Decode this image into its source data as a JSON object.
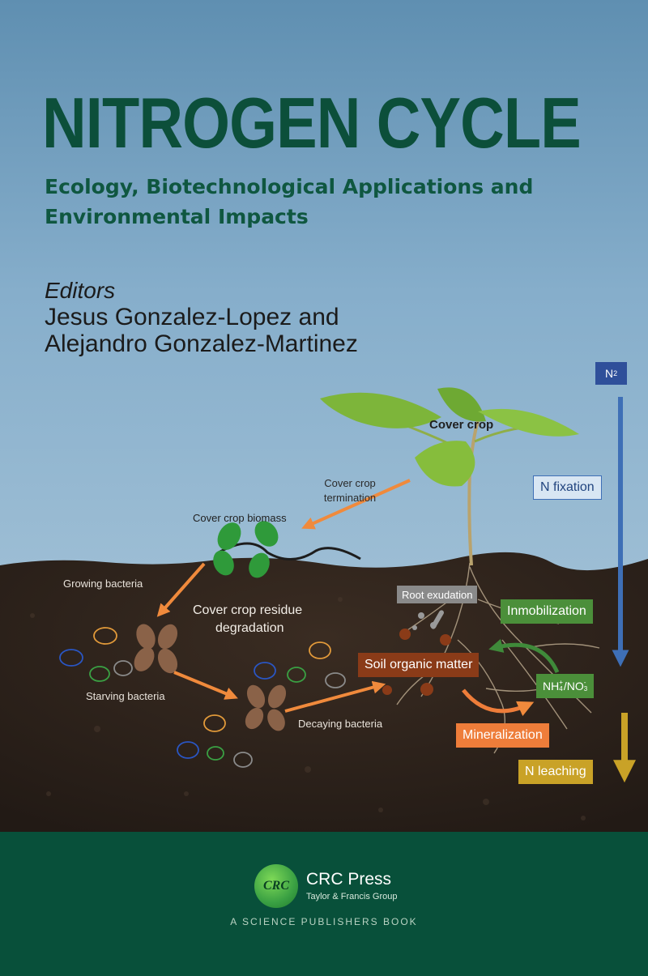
{
  "book": {
    "title": "NITROGEN CYCLE",
    "subtitle": "Ecology, Biotechnological Applications and Environmental Impacts",
    "editors_label": "Editors",
    "editors": [
      "Jesus Gonzalez-Lopez and",
      "Alejandro Gonzalez-Martinez"
    ]
  },
  "diagram": {
    "cover_crop": "Cover crop",
    "termination": [
      "Cover crop",
      "termination"
    ],
    "biomass": "Cover crop biomass",
    "growing_bacteria": "Growing bacteria",
    "residue_degradation": [
      "Cover crop residue",
      "degradation"
    ],
    "starving_bacteria": "Starving bacteria",
    "decaying_bacteria": "Decaying bacteria",
    "root_exudation": "Root exudation",
    "soil_organic_matter": "Soil organic matter",
    "inmobilization": "Inmobilization",
    "mineralization": "Mineralization",
    "n_fixation": "N fixation",
    "n_leaching": "N leaching",
    "n2": "N",
    "n2_sub": "2",
    "nh4": "NH",
    "nh4_sub": "4",
    "nh4_sup": "+",
    "no3": "/NO",
    "no3_sub": "3",
    "no3_sup": "-"
  },
  "colors": {
    "title": "#0c4f3a",
    "soil": "#2b211b",
    "footer": "#08503a",
    "arrow_orange": "#f08a3c",
    "arrow_blue": "#3e6fb6",
    "arrow_gold": "#c9a227",
    "box_green": "#4b8f3a",
    "box_brown": "#8a3b18",
    "box_orange": "#ee7d3a",
    "box_gold": "#c9a227"
  },
  "icons": [
    "leaf-icon",
    "bacteria-icon",
    "crc-logo-icon"
  ],
  "publisher": {
    "logo_text": "CRC",
    "name": "CRC Press",
    "group": "Taylor & Francis Group",
    "book_type": "A SCIENCE PUBLISHERS BOOK"
  }
}
